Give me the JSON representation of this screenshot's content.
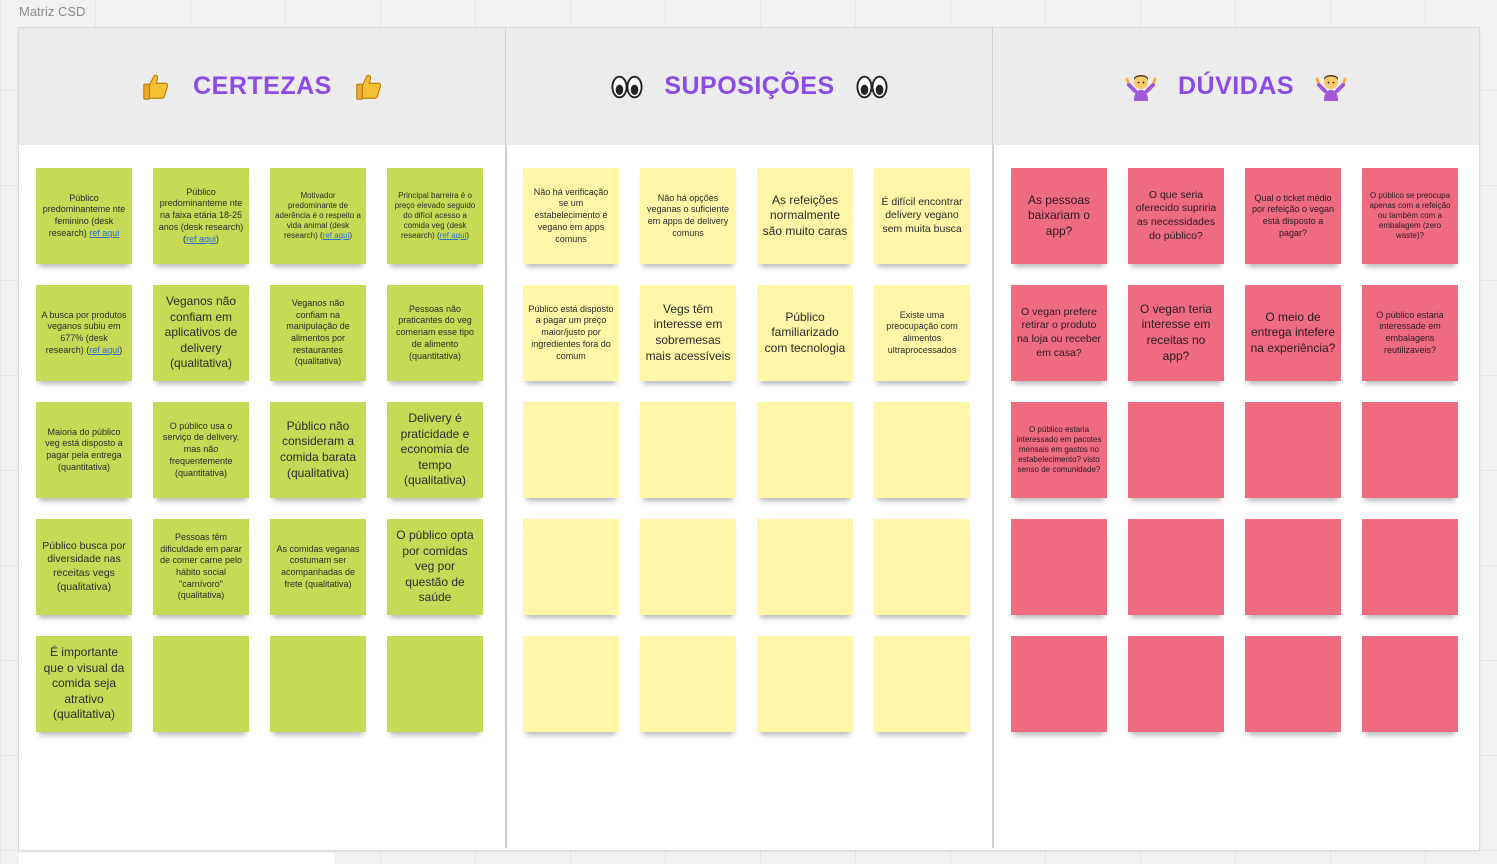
{
  "frame_title": "Matriz CSD",
  "colors": {
    "title": "#8c4ae6",
    "green_note": "#c6da55",
    "yellow_note": "#fff6a8",
    "pink_note": "#ee6b80"
  },
  "columns": [
    {
      "title": "CERTEZAS",
      "icon": "thumbs-up-icon",
      "note_color": "green",
      "notes": [
        {
          "text": "Público predominanteme nte feminino (desk research) ",
          "link": "ref aqui",
          "size": "small"
        },
        {
          "text": "Público predominanteme nte na faixa etária 18-25 anos (desk research) (",
          "link": "ref aqui",
          "after": ")",
          "size": "small"
        },
        {
          "text": "Motivador predominante de aderência é o respeito a vida animal (desk research) (",
          "link": "ref aqui",
          "after": ")",
          "size": "tiny"
        },
        {
          "text": "Principal barreira é o preço elevado seguido do difícil acesso a comida veg (desk research) (",
          "link": "ref aqui",
          "after": ")",
          "size": "tiny"
        },
        {
          "text": "A busca por produtos veganos subiu em 677% (desk research) (",
          "link": "ref aqui",
          "after": ")",
          "size": "small"
        },
        {
          "text": "Veganos não confiam em aplicativos de delivery (qualitativa)",
          "size": "big"
        },
        {
          "text": "Veganos não confiam na manipulação de alimentos por restaurantes (qualitativa)",
          "size": "small"
        },
        {
          "text": "Pessoas não praticantes do veg comeriam esse tipo de alimento (quantitativa)",
          "size": "small"
        },
        {
          "text": "Maioria do público veg está disposto a pagar pela entrega (quantitativa)",
          "size": "small"
        },
        {
          "text": "O público usa o serviço de delivery, mas não frequentemente (quantitativa)",
          "size": "small"
        },
        {
          "text": "Público não consideram a comida barata (qualitativa)",
          "size": "big"
        },
        {
          "text": "Delivery é praticidade e economia de tempo (qualitativa)",
          "size": "big"
        },
        {
          "text": "Público busca por diversidade nas receitas vegs (qualitativa)",
          "size": "mid"
        },
        {
          "text": "Pessoas têm dificuldade em parar de comer carne pelo hábito social \"carnívoro\" (qualitativa)",
          "size": "small"
        },
        {
          "text": "As comidas veganas costumam ser acompanhadas de frete (qualitativa)",
          "size": "small"
        },
        {
          "text": "O público opta por comidas veg por questão de saúde",
          "size": "big"
        },
        {
          "text": "É importante que o visual da comida seja atrativo (qualitativa)",
          "size": "big"
        },
        {
          "text": ""
        },
        {
          "text": ""
        },
        {
          "text": ""
        }
      ]
    },
    {
      "title": "SUPOSIÇÕES",
      "icon": "eyes-icon",
      "note_color": "yellow",
      "notes": [
        {
          "text": "Não há verificação se um estabelecimento é vegano em apps comuns",
          "size": "small"
        },
        {
          "text": "Não há opções veganas o suficiente em apps de delivery comuns",
          "size": "small"
        },
        {
          "text": "As refeições normalmente são muito caras",
          "size": "big"
        },
        {
          "text": "É difícil encontrar delivery vegano sem muita busca",
          "size": "mid"
        },
        {
          "text": "Público está disposto a pagar um preço maior/justo por ingredientes fora do comum",
          "size": "small"
        },
        {
          "text": "Vegs têm interesse em sobremesas mais acessíveis",
          "size": "big"
        },
        {
          "text": "Público familiarizado com tecnologia",
          "size": "big"
        },
        {
          "text": "Existe uma preocupação com alimentos ultraprocessados",
          "size": "small"
        },
        {
          "text": ""
        },
        {
          "text": ""
        },
        {
          "text": ""
        },
        {
          "text": ""
        },
        {
          "text": ""
        },
        {
          "text": ""
        },
        {
          "text": ""
        },
        {
          "text": ""
        },
        {
          "text": ""
        },
        {
          "text": ""
        },
        {
          "text": ""
        },
        {
          "text": ""
        }
      ]
    },
    {
      "title": "DÚVIDAS",
      "icon": "shrugging-person-icon",
      "note_color": "pink",
      "notes": [
        {
          "text": "As pessoas baixariam o app?",
          "size": "big"
        },
        {
          "text": "O que seria oferecido supriria as necessidades do público?",
          "size": "mid"
        },
        {
          "text": "Qual o ticket médio por refeição o vegan está disposto a pagar?",
          "size": "small"
        },
        {
          "text": "O público se preocupa apenas com a refeição ou também com a embalagem (zero waste)?",
          "size": "tiny"
        },
        {
          "text": "O vegan prefere retirar o produto na loja ou receber em casa?",
          "size": "mid"
        },
        {
          "text": "O vegan teria interesse em receitas no app?",
          "size": "big"
        },
        {
          "text": "O meio de entrega intefere na experiência?",
          "size": "big"
        },
        {
          "text": "O público estaria interessade em embalagens reutilizaveis?",
          "size": "small"
        },
        {
          "text": "O público estaria interessado em pacotes mensais em gastos no estabelecimento? visto senso de comunidade?",
          "size": "tiny"
        },
        {
          "text": ""
        },
        {
          "text": ""
        },
        {
          "text": ""
        },
        {
          "text": ""
        },
        {
          "text": ""
        },
        {
          "text": ""
        },
        {
          "text": ""
        },
        {
          "text": ""
        },
        {
          "text": ""
        },
        {
          "text": ""
        },
        {
          "text": ""
        }
      ]
    }
  ]
}
